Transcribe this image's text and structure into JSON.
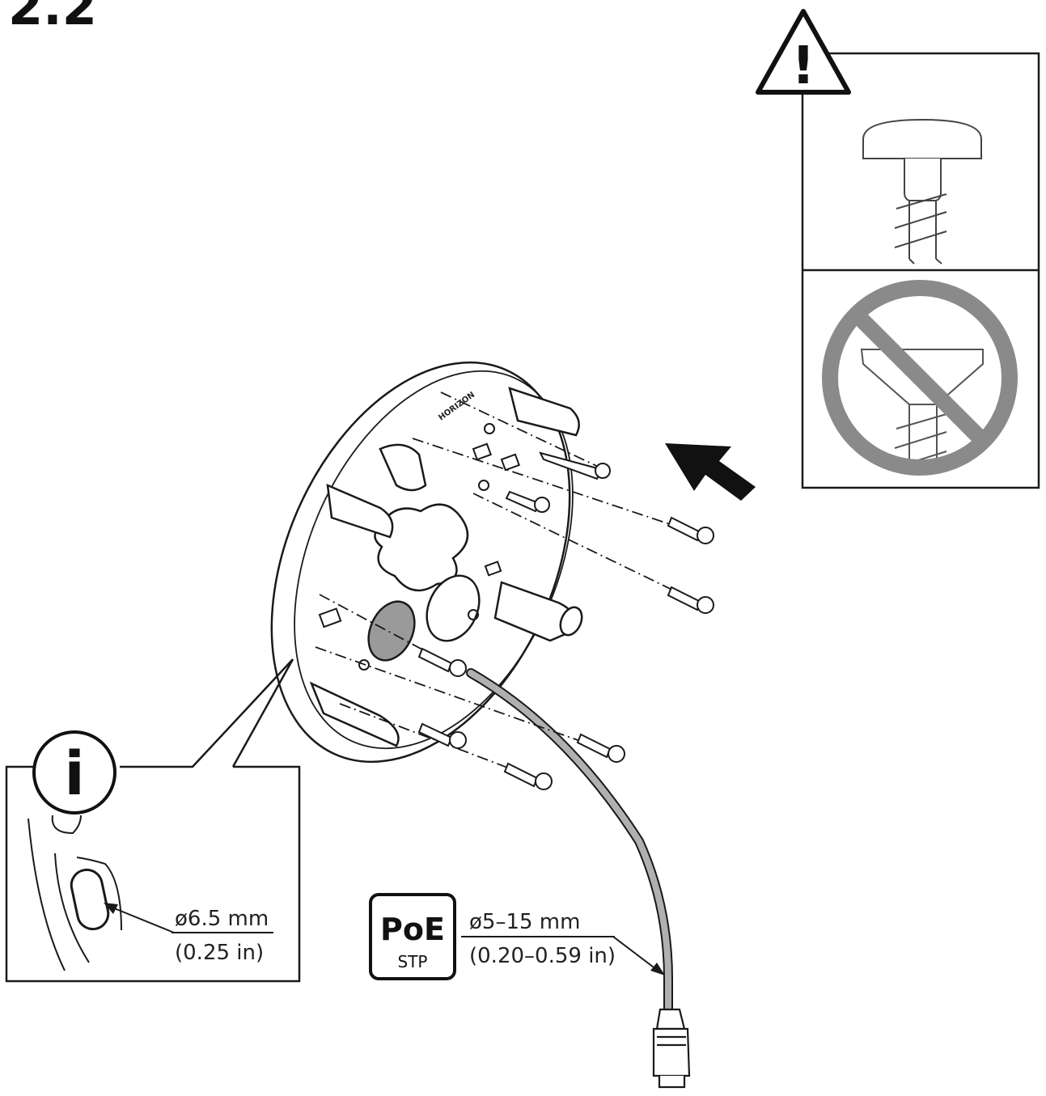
{
  "step": {
    "number": "2.2"
  },
  "poe_badge": {
    "title": "PoE",
    "subtitle": "STP"
  },
  "cable_spec": {
    "line1": "ø5–15 mm",
    "line2": "(0.20–0.59 in)"
  },
  "hole_spec": {
    "line1": "ø6.5 mm",
    "line2": "(0.25 in)"
  },
  "bracket": {
    "brand": "HORIZON"
  },
  "warning_icon": {
    "glyph": "!"
  },
  "info_icon": {
    "glyph": "i"
  },
  "colors": {
    "line": "#1a1a1a",
    "cable": "#b0b0b0",
    "prohibit": "#8a8a8a",
    "hole_fill": "#9a9a9a"
  }
}
